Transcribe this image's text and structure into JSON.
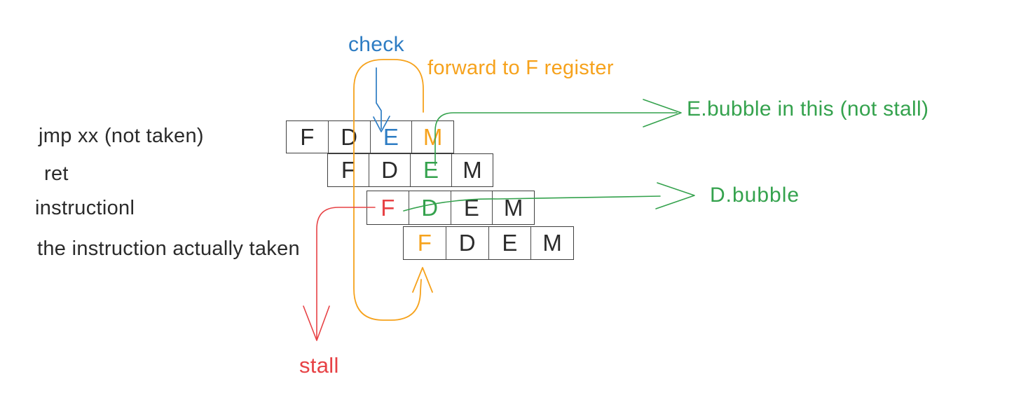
{
  "colors": {
    "ink": "#2b2b2b",
    "blue": "#2d7cc3",
    "orange": "#f6a21c",
    "green": "#34a24d",
    "red": "#e74245",
    "box_border": "#3f3f3f"
  },
  "labels": {
    "jmp": "jmp xx (not taken)",
    "ret": "ret",
    "instr": "instructionl",
    "taken": "the instruction actually taken"
  },
  "annotations": {
    "check": "check",
    "forward": "forward to F register",
    "ebubble": "E.bubble in this (not stall)",
    "dbubble": "D.bubble",
    "stall": "stall"
  },
  "rows": [
    {
      "cells": [
        {
          "letter": "F",
          "color": "#2b2b2b"
        },
        {
          "letter": "D",
          "color": "#2b2b2b"
        },
        {
          "letter": "E",
          "color": "#2d7cc3"
        },
        {
          "letter": "M",
          "color": "#f6a21c"
        }
      ]
    },
    {
      "cells": [
        {
          "letter": "F",
          "color": "#2b2b2b"
        },
        {
          "letter": "D",
          "color": "#2b2b2b"
        },
        {
          "letter": "E",
          "color": "#34a24d"
        },
        {
          "letter": "M",
          "color": "#2b2b2b"
        }
      ]
    },
    {
      "cells": [
        {
          "letter": "F",
          "color": "#e74245"
        },
        {
          "letter": "D",
          "color": "#34a24d"
        },
        {
          "letter": "E",
          "color": "#2b2b2b"
        },
        {
          "letter": "M",
          "color": "#2b2b2b"
        }
      ]
    },
    {
      "cells": [
        {
          "letter": "F",
          "color": "#f6a21c"
        },
        {
          "letter": "D",
          "color": "#2b2b2b"
        },
        {
          "letter": "E",
          "color": "#2b2b2b"
        },
        {
          "letter": "M",
          "color": "#2b2b2b"
        }
      ]
    }
  ],
  "arrows": [
    {
      "name": "check-arrow",
      "color": "#2d7cc3",
      "points_to": "E stage of jmp"
    },
    {
      "name": "forward-loop-arrow",
      "color": "#f6a21c",
      "points_to": "F stage of instruction actually taken"
    },
    {
      "name": "ebubble-arrow",
      "color": "#34a24d",
      "points_to": "E.bubble annotation"
    },
    {
      "name": "dbubble-arrow",
      "color": "#34a24d",
      "points_to": "D.bubble annotation"
    },
    {
      "name": "stall-arrow",
      "color": "#e74245",
      "points_to": "stall annotation"
    }
  ]
}
